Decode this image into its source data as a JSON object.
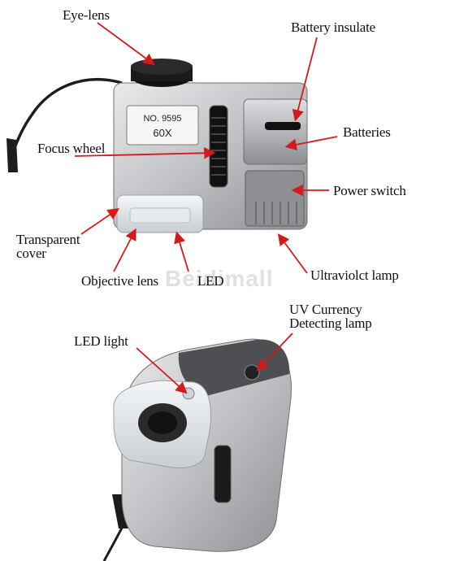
{
  "labels": {
    "eye_lens": "Eye-lens",
    "battery_insulate": "Battery insulate",
    "batteries": "Batteries",
    "focus_wheel": "Focus wheel",
    "power_switch": "Power switch",
    "transparent_cover": "Transparent cover",
    "objective_lens": "Objective lens",
    "led": "LED",
    "ultraviolet_lamp": "Ultraviolct lamp",
    "uv_currency": "UV Currency Detecting lamp",
    "led_light": "LED light"
  },
  "device": {
    "model": "NO. 9595",
    "magnification": "60X"
  },
  "watermark": "Beidimall",
  "colors": {
    "arrow": "#d21b1b",
    "body_silver": "#c7c9cc",
    "dark": "#222222"
  }
}
